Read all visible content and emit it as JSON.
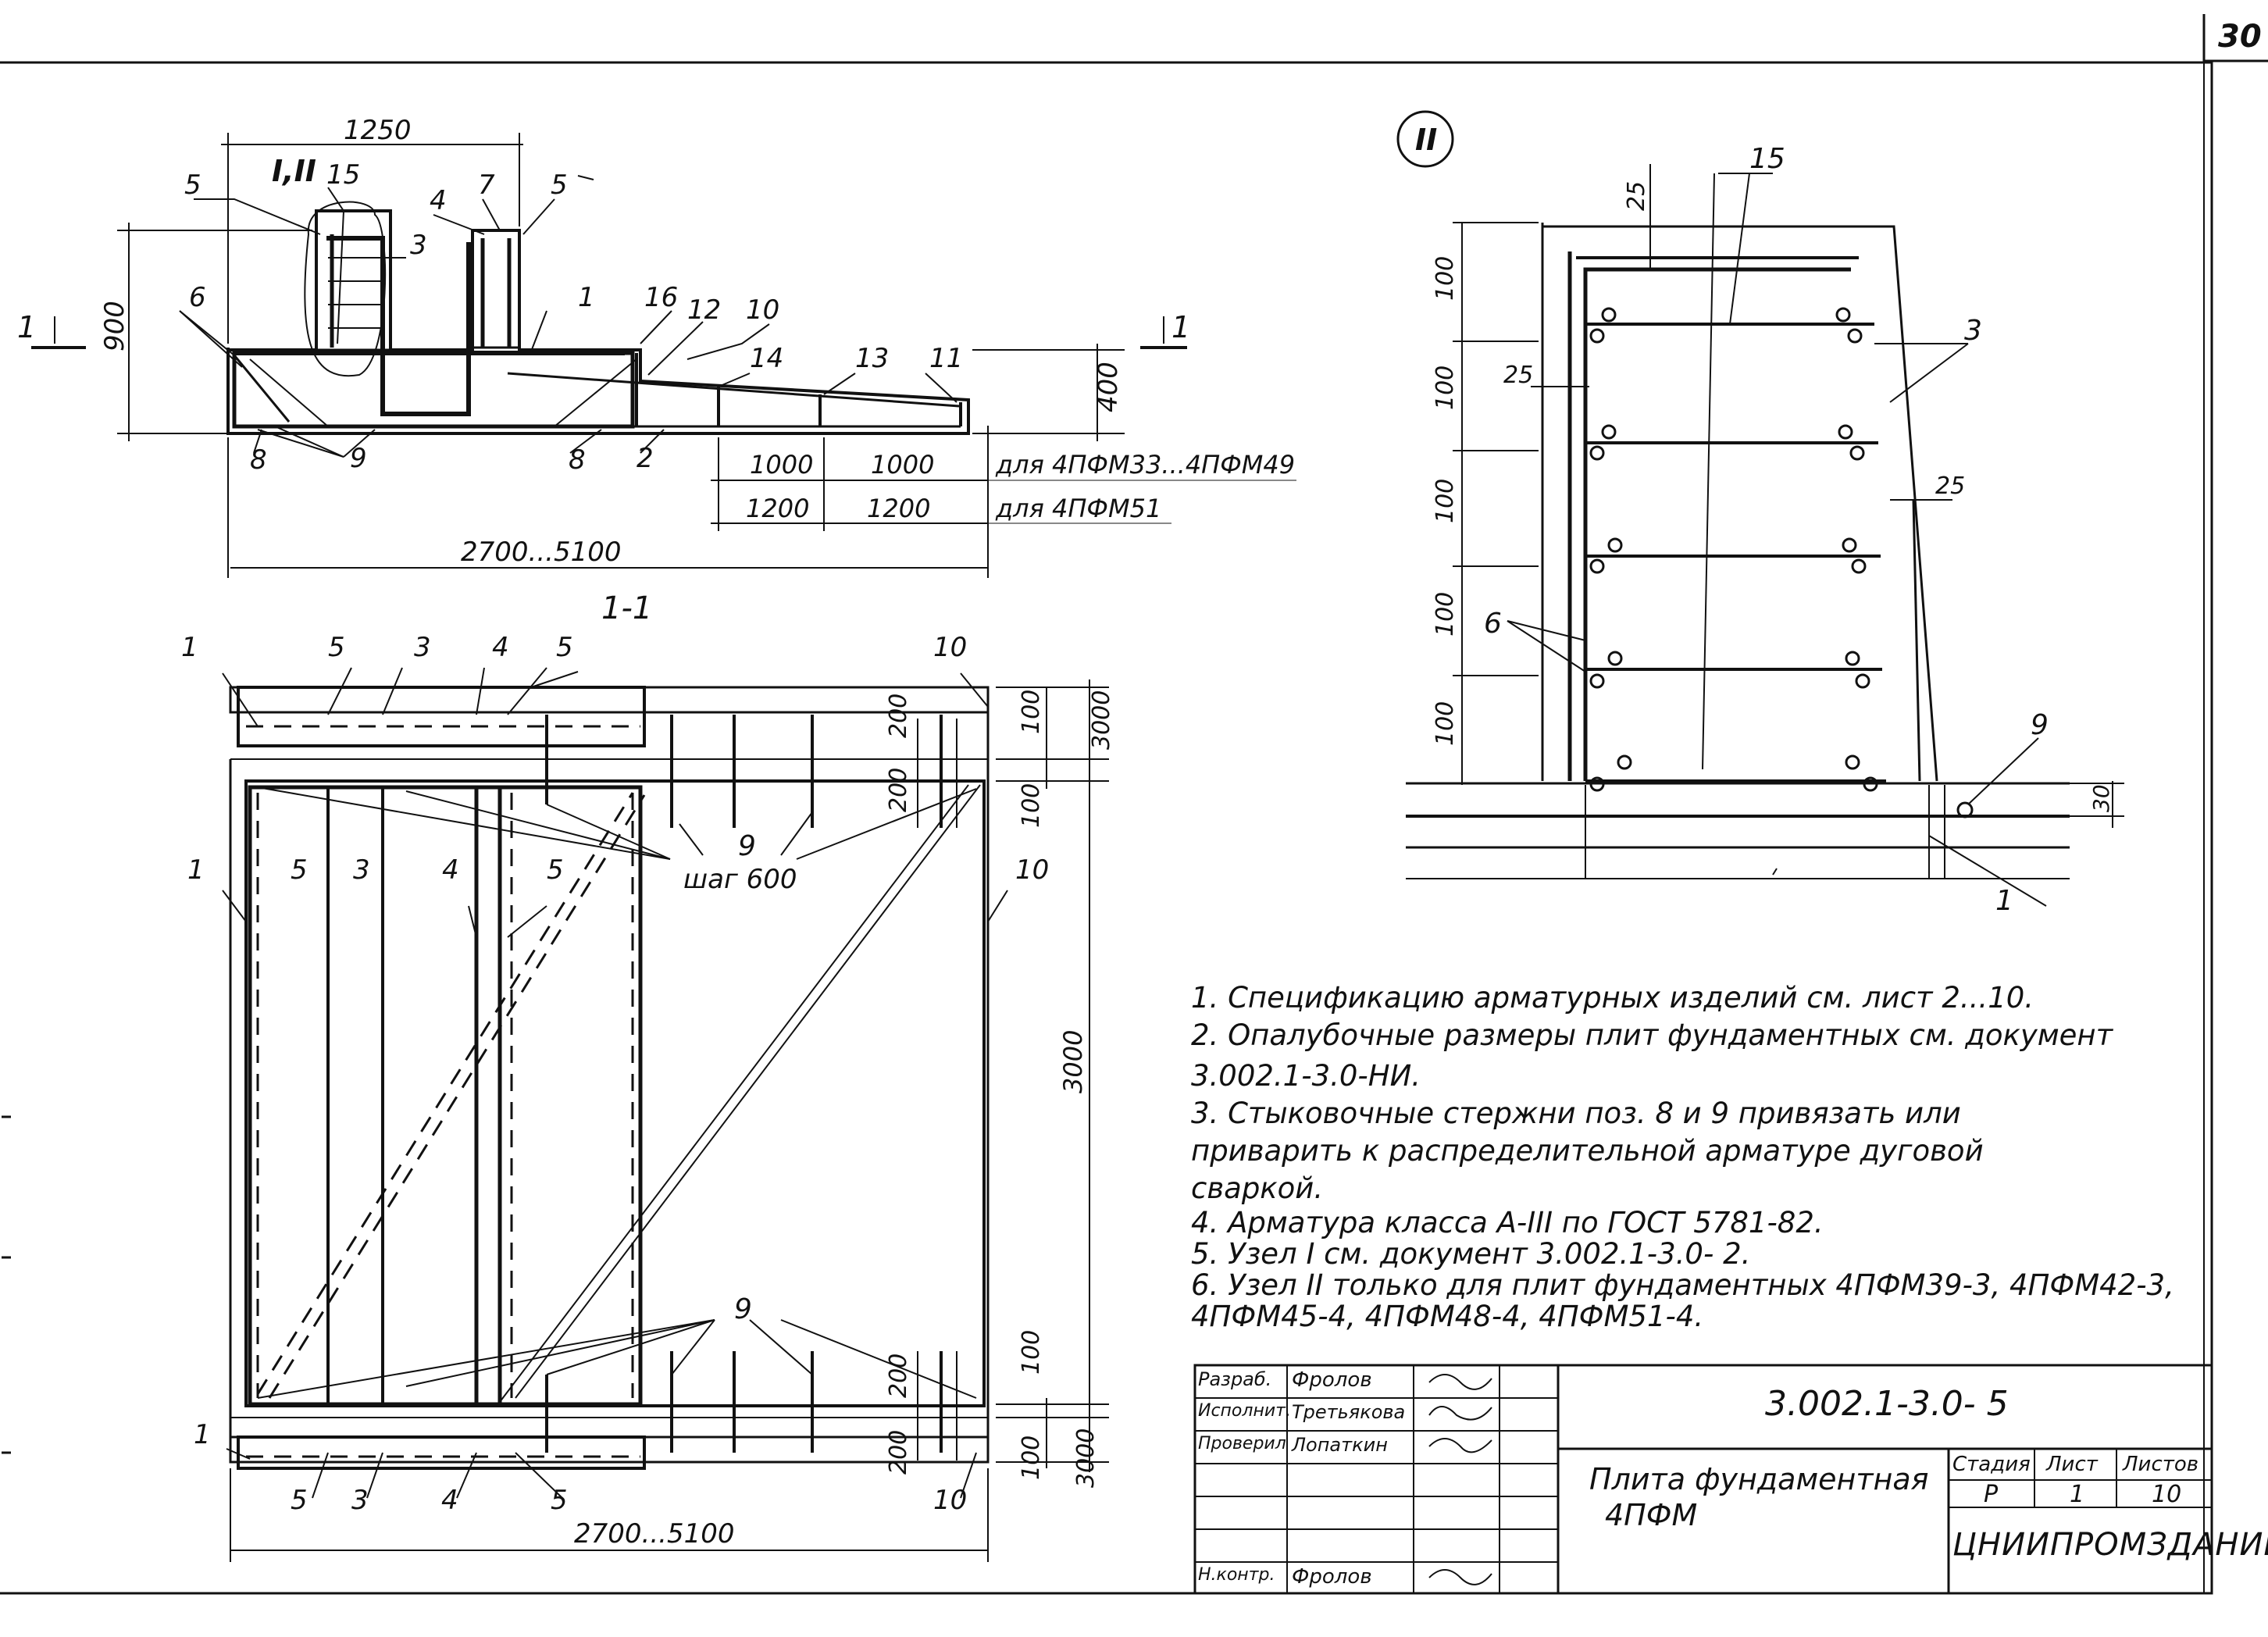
{
  "sheet_number": "30",
  "section": {
    "title": "1-1",
    "cut_mark": "1",
    "node_marks": "I,II",
    "top_dims": {
      "width": "1250",
      "height": "900",
      "slab_height": "400"
    },
    "pitch_rows": [
      {
        "a": "1000",
        "b": "1000",
        "label": "для 4ПФМ33...4ПФМ49"
      },
      {
        "a": "1200",
        "b": "1200",
        "label": "для 4ПФМ51"
      }
    ],
    "overall_length": "2700...5100",
    "callouts": {
      "c1": "1",
      "c2": "2",
      "c3": "3",
      "c4": "4",
      "c5a": "5",
      "c5b": "5",
      "c6": "6",
      "c7": "7",
      "c8a": "8",
      "c8b": "8",
      "c9": "9",
      "c10": "10",
      "c11": "11",
      "c12": "12",
      "c13": "13",
      "c14": "14",
      "c15": "15",
      "c16": "16"
    }
  },
  "plan": {
    "callouts_top": [
      "1",
      "5",
      "3",
      "4",
      "5",
      "10"
    ],
    "callouts_mid": [
      "1",
      "5",
      "3",
      "4",
      "5",
      "10"
    ],
    "callouts_bottom": [
      "1",
      "5",
      "3",
      "4",
      "5",
      "10"
    ],
    "mark_9": "9",
    "pitch": "шаг 600",
    "mark_9b": "9",
    "dims_right": {
      "top_3000": "3000",
      "d100a": "100",
      "d200a": "200",
      "d200b": "200",
      "d100b": "100",
      "main": "3000",
      "d100c": "100",
      "d200c": "200",
      "d200d": "200",
      "d100d": "100",
      "bottom_3000": "3000"
    },
    "length": "2700...5100"
  },
  "node2": {
    "mark": "II",
    "c15": "15",
    "c3": "3",
    "c6": "6",
    "c9": "9",
    "c1": "1",
    "d25a": "25",
    "d25b": "25",
    "d25c": "25",
    "d30": "30",
    "spacings": [
      "100",
      "100",
      "100",
      "100",
      "100"
    ]
  },
  "notes": [
    "1. Спецификацию арматурных изделий см. лист 2...10.",
    "2. Опалубочные размеры плит фундаментных см. документ",
    "    3.002.1-3.0-НИ.",
    "3. Стыковочные стержни поз. 8 и 9 привязать или",
    "    приварить к распределительной арматуре дуговой",
    "    сваркой.",
    "4. Арматура класса А-III по ГОСТ 5781-82.",
    "5. Узел I см. документ    3.002.1-3.0- 2.",
    "6. Узел II только для плит фундаментных 4ПФМ39-3, 4ПФМ42-3,",
    "    4ПФМ45-4, 4ПФМ48-4, 4ПФМ51-4."
  ],
  "title_block": {
    "roles": [
      "Разраб.",
      "Исполнит.",
      "Проверил",
      "",
      "",
      "",
      "Н.контр."
    ],
    "names": [
      "Фролов",
      "Третьякова",
      "Лопаткин",
      "",
      "",
      "",
      "Фролов"
    ],
    "doc_code": "3.002.1-3.0- 5",
    "title_line1": "Плита фундаментная",
    "title_line2": "4ПФМ",
    "stage_hdr": "Стадия",
    "sheet_hdr": "Лист",
    "sheets_hdr": "Листов",
    "stage": "Р",
    "sheet": "1",
    "sheets": "10",
    "org": "ЦНИИПРОМЗДАНИЙ"
  }
}
